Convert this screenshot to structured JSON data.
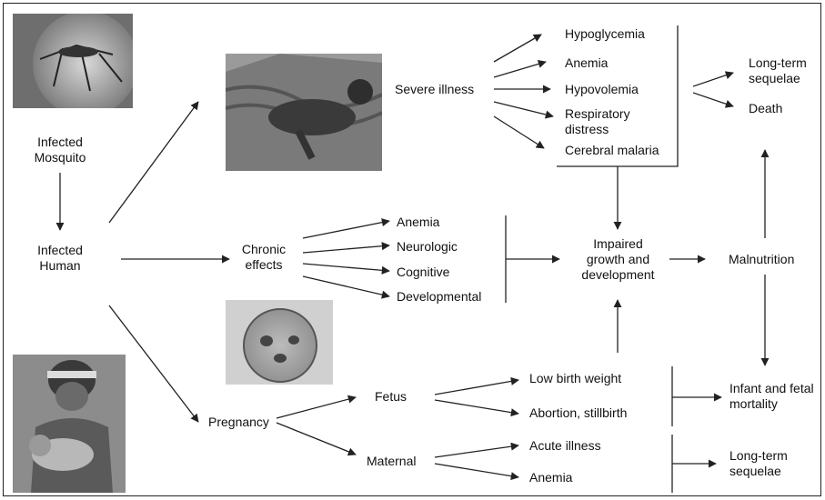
{
  "nodes": {
    "infected_mosquito": "Infected\nMosquito",
    "infected_human": "Infected\nHuman",
    "severe_illness": "Severe illness",
    "chronic_effects": "Chronic\neffects",
    "pregnancy": "Pregnancy",
    "fetus": "Fetus",
    "maternal": "Maternal",
    "impaired_growth": "Impaired\ngrowth and\ndevelopment",
    "malnutrition": "Malnutrition",
    "long_term_sequelae_top": "Long-term\nsequelae",
    "death": "Death",
    "infant_fetal_mortality": "Infant and fetal\nmortality",
    "long_term_sequelae_bottom": "Long-term\nsequelae"
  },
  "severe_outcomes": [
    "Hypoglycemia",
    "Anemia",
    "Hypovolemia",
    "Respiratory\ndistress",
    "Cerebral malaria"
  ],
  "chronic_outcomes": [
    "Anemia",
    "Neurologic",
    "Cognitive",
    "Developmental"
  ],
  "fetus_outcomes": [
    "Low birth weight",
    "Abortion, stillbirth"
  ],
  "maternal_outcomes": [
    "Acute illness",
    "Anemia"
  ],
  "colors": {
    "line": "#222222",
    "text": "#111111",
    "photo_gray": "#8a8a8a"
  }
}
